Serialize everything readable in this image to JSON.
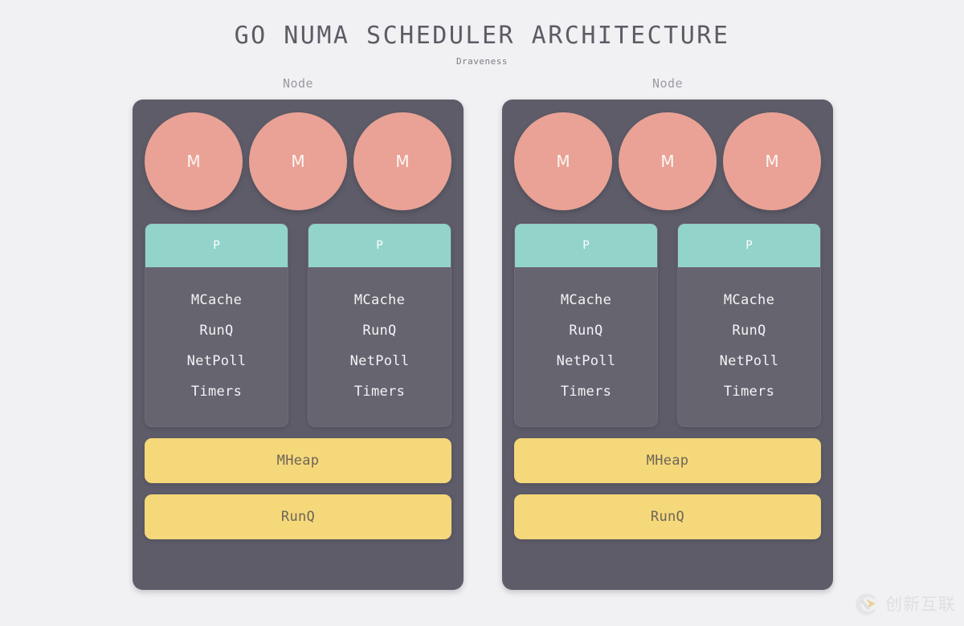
{
  "page": {
    "background_color": "#f1f1f3",
    "title": "GO NUMA SCHEDULER ARCHITECTURE",
    "subtitle": "Draveness"
  },
  "colors": {
    "panel": "#5e5c69",
    "thread_circle": "#e9a295",
    "processor_header": "#93d4ca",
    "processor_body": "#66646f",
    "shared_bar": "#f5d87a",
    "shared_bar_text": "#6d6558",
    "title_text": "#5c5c66",
    "node_label_text": "#9a9aa4"
  },
  "nodes": [
    {
      "label": "Node",
      "threads": [
        {
          "label": "M"
        },
        {
          "label": "M"
        },
        {
          "label": "M"
        }
      ],
      "processors": [
        {
          "header": "P",
          "items": [
            "MCache",
            "RunQ",
            "NetPoll",
            "Timers"
          ]
        },
        {
          "header": "P",
          "items": [
            "MCache",
            "RunQ",
            "NetPoll",
            "Timers"
          ]
        }
      ],
      "shared": [
        {
          "label": "MHeap"
        },
        {
          "label": "RunQ"
        }
      ]
    },
    {
      "label": "Node",
      "threads": [
        {
          "label": "M"
        },
        {
          "label": "M"
        },
        {
          "label": "M"
        }
      ],
      "processors": [
        {
          "header": "P",
          "items": [
            "MCache",
            "RunQ",
            "NetPoll",
            "Timers"
          ]
        },
        {
          "header": "P",
          "items": [
            "MCache",
            "RunQ",
            "NetPoll",
            "Timers"
          ]
        }
      ],
      "shared": [
        {
          "label": "MHeap"
        },
        {
          "label": "RunQ"
        }
      ]
    }
  ],
  "watermark": {
    "text": "创新互联",
    "icon": "circle-x-logo-icon"
  }
}
